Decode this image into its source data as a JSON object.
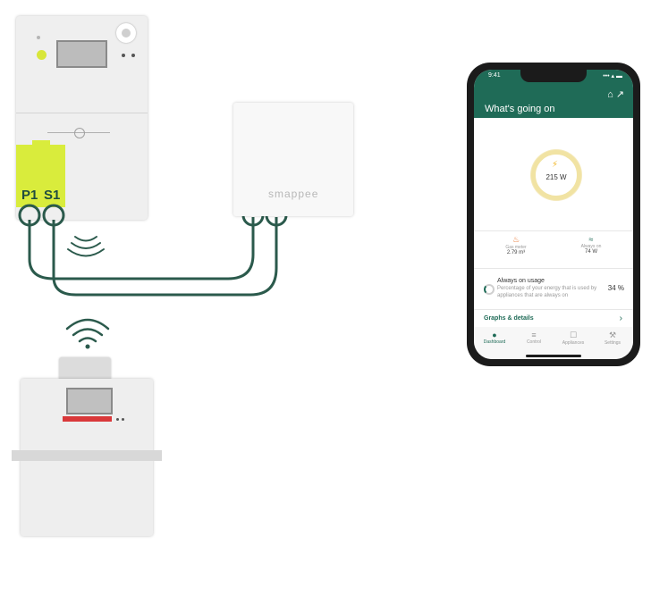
{
  "electric_meter": {
    "terminal_p1": "P1",
    "terminal_s1": "S1"
  },
  "smappee": {
    "brand": "smappee"
  },
  "colors": {
    "wire": "#2b5a4c",
    "clamp": "#d9ec3c",
    "app_header": "#1f6b57",
    "gauge_ring": "#f1e3a3"
  },
  "phone": {
    "time": "9:41",
    "status_icons": "••• ▴ ▬",
    "header_icons": "⌂  ↗",
    "title": "What's going on",
    "power": "215 W",
    "stats": [
      {
        "icon": "flame-icon",
        "glyph": "♨",
        "label": "Gas meter",
        "value": "2.79 m³"
      },
      {
        "icon": "water-icon",
        "glyph": "≈",
        "label": "Always on",
        "value": "74 W"
      }
    ],
    "always_on": {
      "title": "Always on usage",
      "description": "Percentage of your energy that is used by appliances that are always on",
      "value": "34 %"
    },
    "graphs_link": "Graphs & details",
    "nav": [
      {
        "label": "Dashboard",
        "glyph": "●"
      },
      {
        "label": "Control",
        "glyph": "≡"
      },
      {
        "label": "Appliances",
        "glyph": "☐"
      },
      {
        "label": "Settings",
        "glyph": "⚒"
      }
    ]
  }
}
